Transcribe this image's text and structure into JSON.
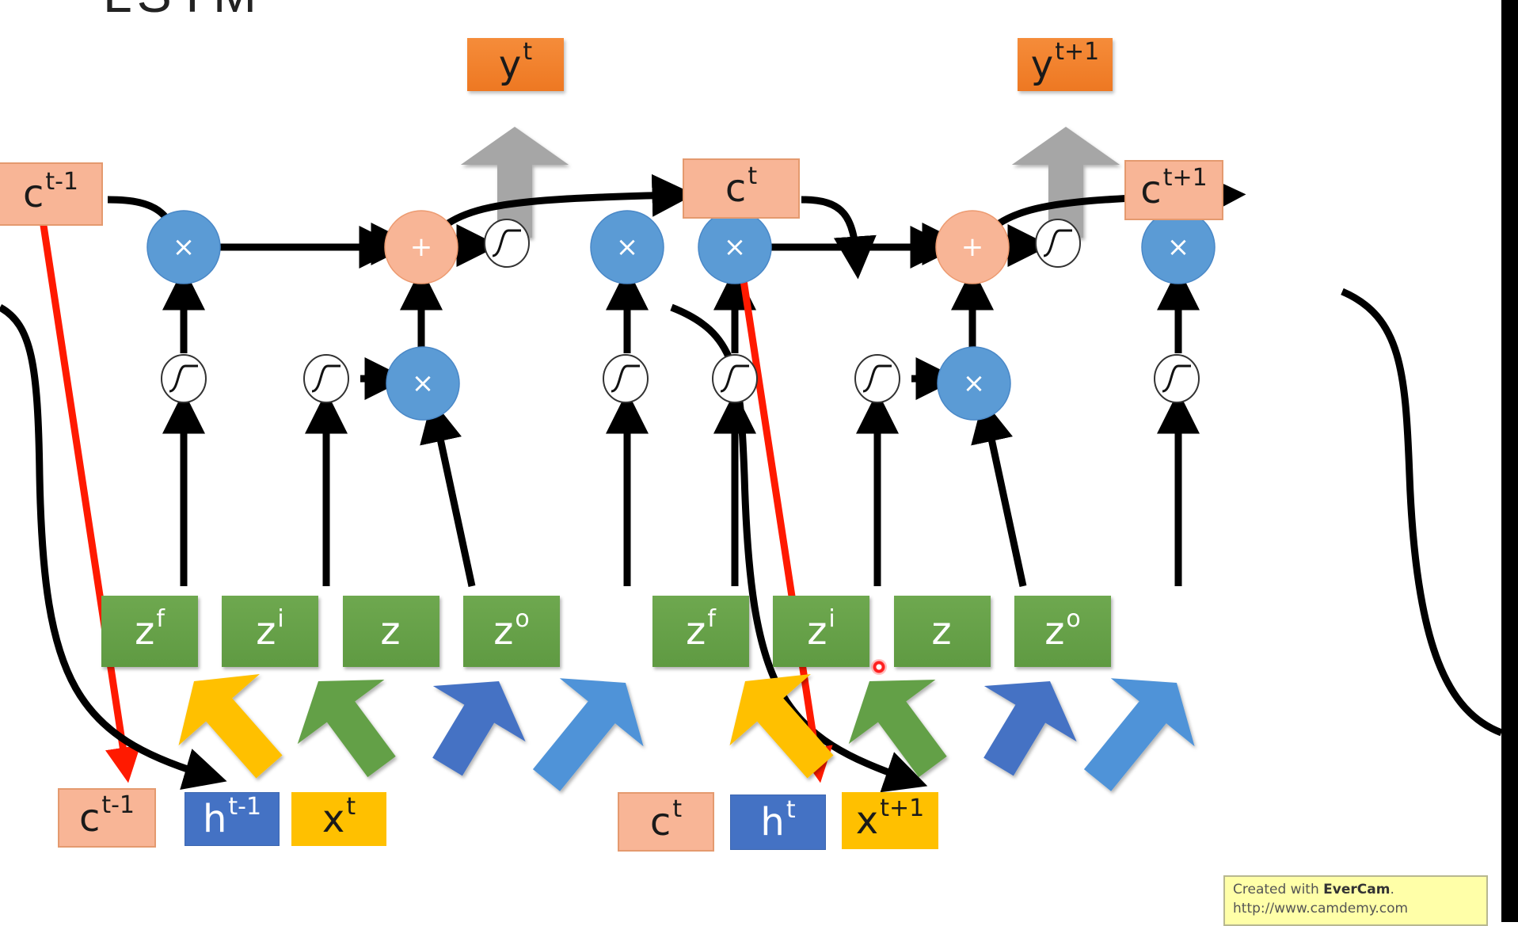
{
  "title_partial": "LSTM",
  "colors": {
    "cell_box": "#f8b596",
    "output_box": "#f0802a",
    "gate_box": "#64a046",
    "hidden_box": "#4472c4",
    "input_box": "#ffc000",
    "multiply_node": "#5b9bd5",
    "add_node": "#f8b596",
    "red_arrow": "#ff1a00",
    "gray_arrow": "#a6a6a6"
  },
  "blocks": [
    {
      "output": {
        "base": "y",
        "sup": "t"
      },
      "cell_in_top": {
        "base": "c",
        "sup": "t-1"
      },
      "cell_out_top": {
        "base": "c",
        "sup": "t"
      },
      "gates": [
        {
          "base": "z",
          "sup": "f"
        },
        {
          "base": "z",
          "sup": "i"
        },
        {
          "base": "z",
          "sup": ""
        },
        {
          "base": "z",
          "sup": "o"
        }
      ],
      "inputs": {
        "cell": {
          "base": "c",
          "sup": "t-1"
        },
        "hidden": {
          "base": "h",
          "sup": "t-1"
        },
        "x": {
          "base": "x",
          "sup": "t"
        }
      },
      "nodes": {
        "forget_mul": "×",
        "add": "+",
        "input_mul": "×",
        "output_mul": "×"
      }
    },
    {
      "output": {
        "base": "y",
        "sup": "t+1"
      },
      "cell_in_top": {
        "base": "c",
        "sup": "t"
      },
      "cell_out_top": {
        "base": "c",
        "sup": "t+1"
      },
      "gates": [
        {
          "base": "z",
          "sup": "f"
        },
        {
          "base": "z",
          "sup": "i"
        },
        {
          "base": "z",
          "sup": ""
        },
        {
          "base": "z",
          "sup": "o"
        }
      ],
      "inputs": {
        "cell": {
          "base": "c",
          "sup": "t"
        },
        "hidden": {
          "base": "h",
          "sup": "t"
        },
        "x": {
          "base": "x",
          "sup": "t+1"
        }
      },
      "nodes": {
        "forget_mul": "×",
        "add": "+",
        "input_mul": "×",
        "output_mul": "×"
      }
    }
  ],
  "watermark": {
    "prefix": "Created with ",
    "brand": "EverCam",
    "suffix": ".",
    "url": "http://www.camdemy.com"
  }
}
